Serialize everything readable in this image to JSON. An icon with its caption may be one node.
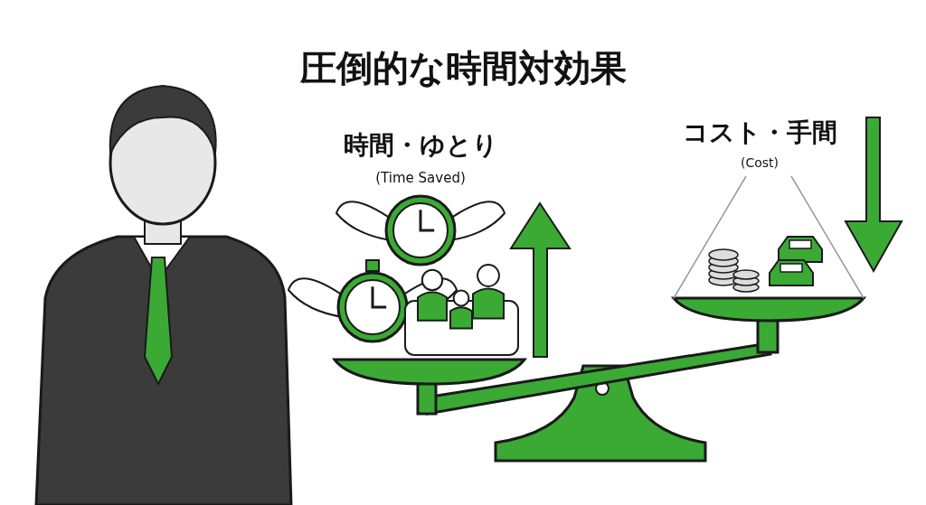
{
  "diagram": {
    "title": "圧倒的な時間対効果",
    "labels": [
      "時間・ゆとり",
      "(Time Saved)",
      "コスト・手間",
      "(Cost)"
    ]
  }
}
